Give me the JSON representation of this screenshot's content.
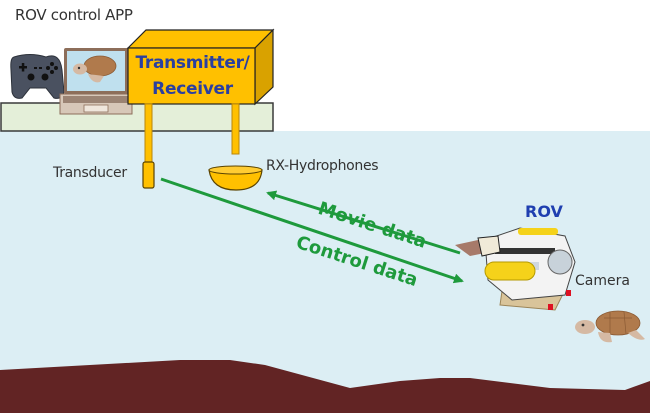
{
  "title": "ROV acoustic communication system diagram",
  "labels": {
    "app": "ROV control APP",
    "transmitter_receiver_line1": "Transmitter/",
    "transmitter_receiver_line2": "Receiver",
    "transducer": "Transducer",
    "rx_hydrophones": "RX-Hydrophones",
    "movie_data": "Movie data",
    "control_data": "Control data",
    "rov": "ROV",
    "camera": "Camera"
  },
  "icons": {
    "controller": "gamepad-icon",
    "laptop": "laptop-icon",
    "turtle": "sea-turtle-icon",
    "rov": "rov-vehicle-icon"
  },
  "arrows": [
    {
      "name": "control-data-arrow",
      "from": "Transducer",
      "to": "ROV",
      "label": "Control data"
    },
    {
      "name": "movie-data-arrow",
      "from": "ROV",
      "to": "RX-Hydrophones",
      "label": "Movie data"
    }
  ],
  "colors": {
    "water": "#dceef4",
    "seabed": "#622424",
    "shelf": "#e4efd9",
    "device_yellow": "#ffc000",
    "device_yellow_dark": "#d9a200",
    "arrow_green": "#1e9a3c",
    "label_blue": "#2a3fa0"
  }
}
